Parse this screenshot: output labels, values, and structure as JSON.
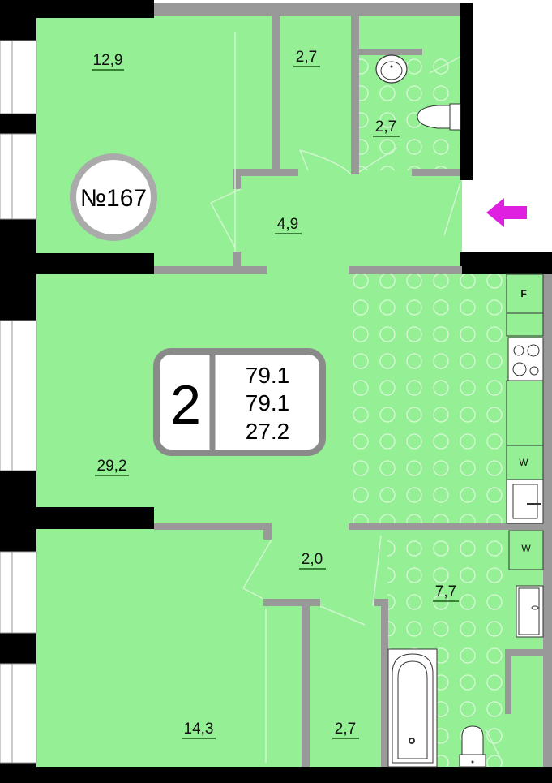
{
  "plan": {
    "apartment_number": "№167",
    "colors": {
      "floor": "#95ef95",
      "wall": "#999999",
      "exterior": "#000000",
      "entrance_arrow": "#e020e0"
    },
    "rooms": [
      {
        "id": "bedroom-1",
        "area": "12,9"
      },
      {
        "id": "closet-1",
        "area": "2,7"
      },
      {
        "id": "wc",
        "area": "2,7"
      },
      {
        "id": "hall-1",
        "area": "4,9"
      },
      {
        "id": "living-kitchen",
        "area": "29,2"
      },
      {
        "id": "hall-2",
        "area": "2,0"
      },
      {
        "id": "bathroom",
        "area": "7,7"
      },
      {
        "id": "bedroom-2",
        "area": "14,3"
      },
      {
        "id": "closet-2",
        "area": "2,7"
      }
    ],
    "summary": {
      "rooms": "2",
      "total_area": "79.1",
      "living_area_1": "79.1",
      "living_area_2": "27.2"
    },
    "appliances": {
      "fridge": "F",
      "washer_1": "W",
      "washer_2": "W"
    }
  }
}
